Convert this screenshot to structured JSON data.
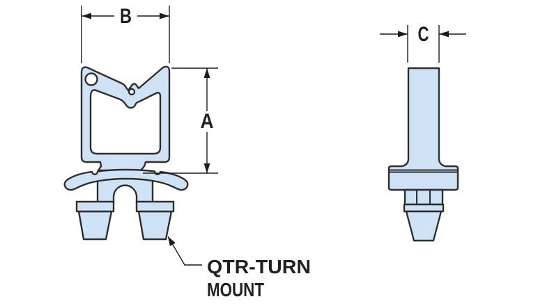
{
  "labels": {
    "dim_a": "A",
    "dim_b": "B",
    "dim_c": "C"
  },
  "callout": {
    "line1": "QTR-TURN",
    "line2": "MOUNT"
  },
  "colors": {
    "part_fill": "#cfe2f5",
    "part_outline": "#2e2e2e",
    "dim_color": "#1c1c1c",
    "text_color": "#231f20",
    "background": "#ffffff"
  }
}
